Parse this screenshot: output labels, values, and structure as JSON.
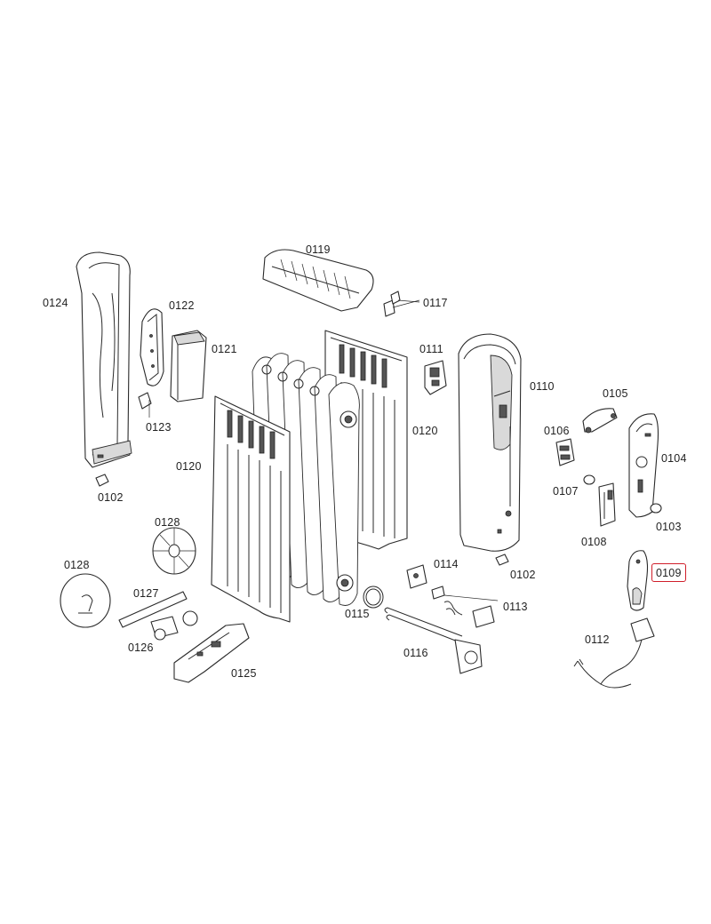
{
  "labels": {
    "p0124": "0124",
    "p0122": "0122",
    "p0121": "0121",
    "p0123": "0123",
    "p0102a": "0102",
    "p0119": "0119",
    "p0117": "0117",
    "p0111": "0111",
    "p0110": "0110",
    "p0105": "0105",
    "p0106": "0106",
    "p0104": "0104",
    "p0107": "0107",
    "p0103": "0103",
    "p0108": "0108",
    "p0109": "0109",
    "p0120a": "0120",
    "p0120b": "0120",
    "p0128a": "0128",
    "p0128b": "0128",
    "p0127": "0127",
    "p0126": "0126",
    "p0125": "0125",
    "p0114": "0114",
    "p0102b": "0102",
    "p0113": "0113",
    "p0115": "0115",
    "p0116": "0116",
    "p0112": "0112"
  },
  "highlight": {
    "label_key": "p0109",
    "color": "#d01e2a"
  }
}
